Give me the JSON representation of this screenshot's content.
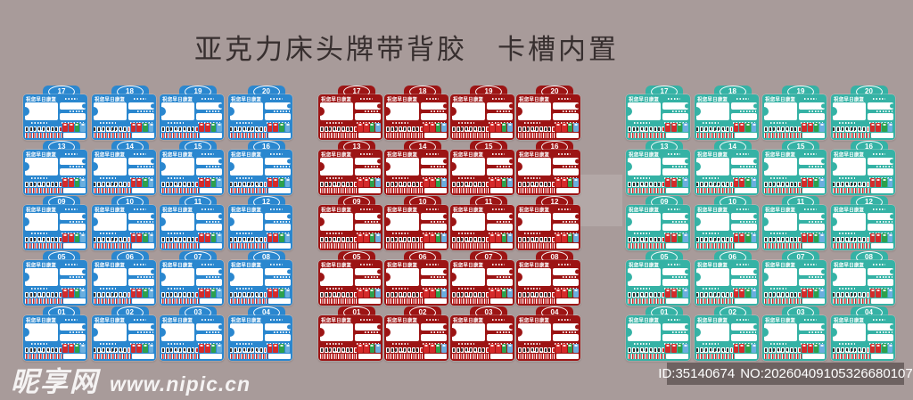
{
  "page": {
    "title": "亚克力床头牌带背胶　卡槽内置",
    "background": "#a89b9a"
  },
  "card_template": {
    "greeting": "祝您早日康复",
    "level_colors": [
      "#d42a2a",
      "#d42a2a",
      "#2da04c",
      "#6aaede"
    ],
    "tick_color": "#cf2b2b"
  },
  "bed_numbers": [
    "17",
    "18",
    "19",
    "20",
    "13",
    "14",
    "15",
    "16",
    "09",
    "10",
    "11",
    "12",
    "05",
    "06",
    "07",
    "08",
    "01",
    "02",
    "03",
    "04"
  ],
  "panels": [
    {
      "id": "blue",
      "color": "#2a87cf"
    },
    {
      "id": "red",
      "color": "#9c1414"
    },
    {
      "id": "teal",
      "color": "#35b2a5"
    }
  ],
  "watermark": {
    "logo_text": "昵享网",
    "site_text": "www.nipic.cn"
  },
  "id_bar": {
    "id_text": "ID:35140674",
    "no_text": "NO:20260409105326680107"
  }
}
